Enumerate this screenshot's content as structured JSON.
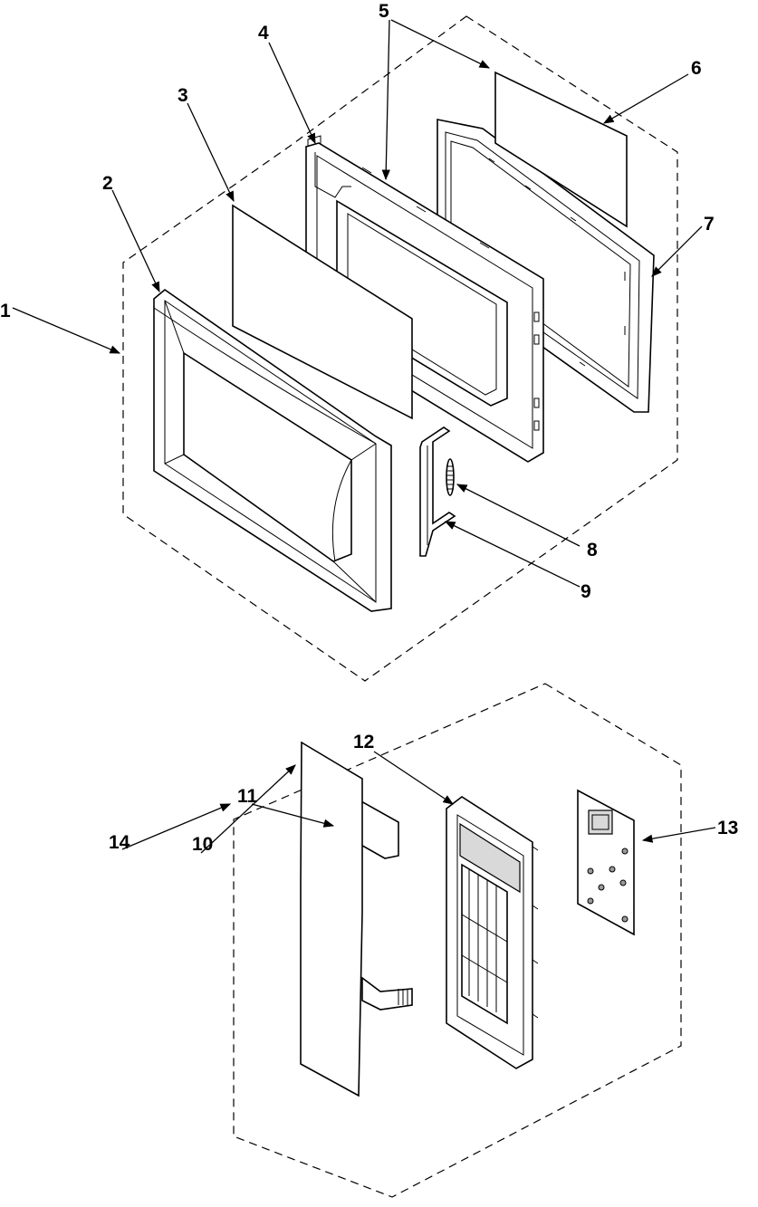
{
  "labels": {
    "p1": "1",
    "p2": "2",
    "p3": "3",
    "p4": "4",
    "p5": "5",
    "p6": "6",
    "p7": "7",
    "p8": "8",
    "p9": "9",
    "p10": "10",
    "p11": "11",
    "p12": "12",
    "p13": "13",
    "p14": "14"
  }
}
